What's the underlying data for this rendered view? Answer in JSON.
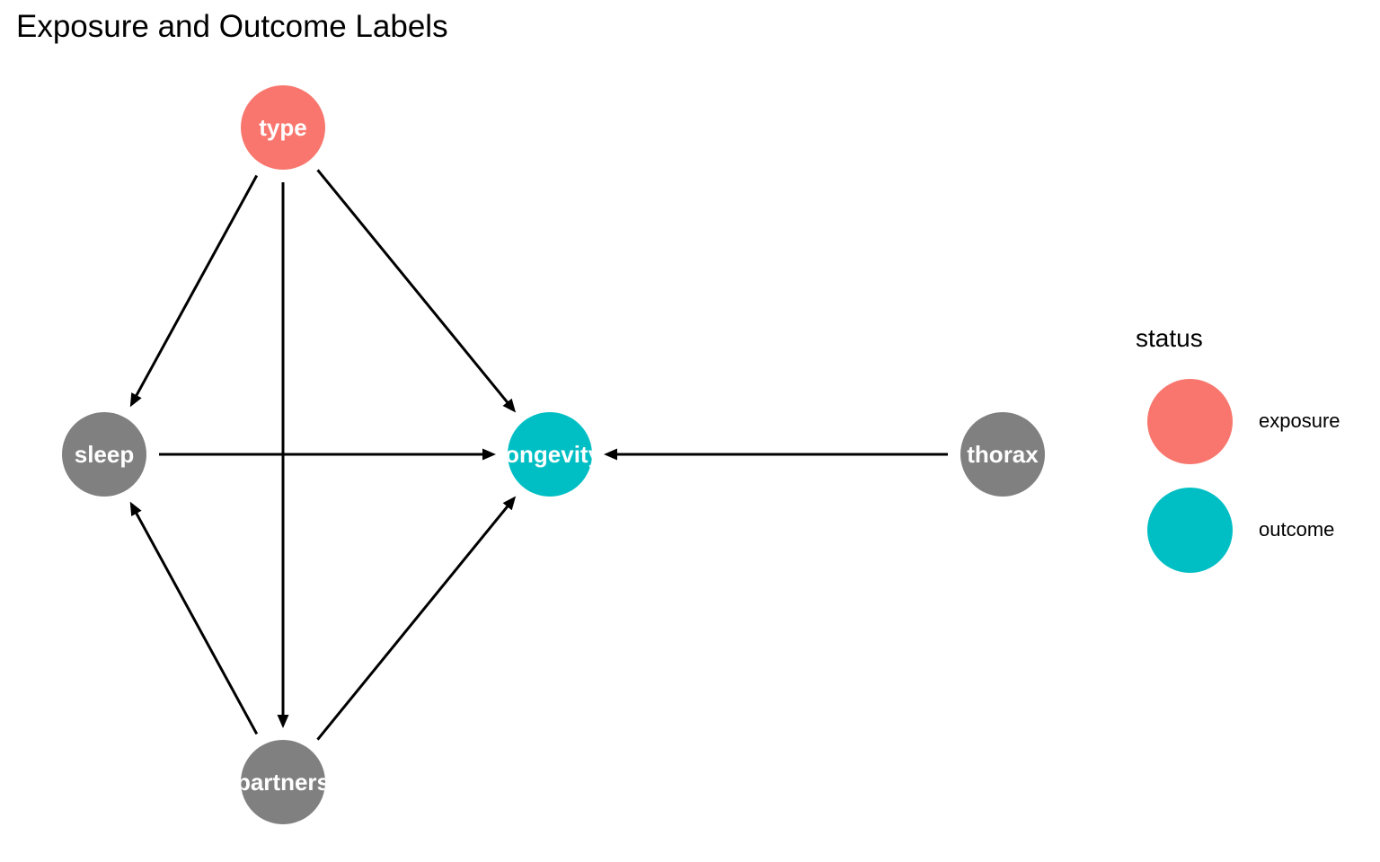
{
  "title": "Exposure and Outcome Labels",
  "colors": {
    "exposure": "#F8766D",
    "outcome": "#00BFC4",
    "other": "#808080",
    "edge": "#000000",
    "label": "#ffffff"
  },
  "nodes": [
    {
      "id": "type",
      "label": "type",
      "status": "exposure"
    },
    {
      "id": "sleep",
      "label": "sleep",
      "status": "other"
    },
    {
      "id": "longevity",
      "label": "longevity",
      "status": "outcome"
    },
    {
      "id": "thorax",
      "label": "thorax",
      "status": "other"
    },
    {
      "id": "partners",
      "label": "partners",
      "status": "other"
    }
  ],
  "edges": [
    {
      "from": "type",
      "to": "sleep"
    },
    {
      "from": "type",
      "to": "partners"
    },
    {
      "from": "type",
      "to": "longevity"
    },
    {
      "from": "sleep",
      "to": "longevity"
    },
    {
      "from": "thorax",
      "to": "longevity"
    },
    {
      "from": "partners",
      "to": "sleep"
    },
    {
      "from": "partners",
      "to": "longevity"
    }
  ],
  "legend": {
    "title": "status",
    "items": [
      {
        "label": "exposure",
        "status": "exposure"
      },
      {
        "label": "outcome",
        "status": "outcome"
      }
    ]
  }
}
